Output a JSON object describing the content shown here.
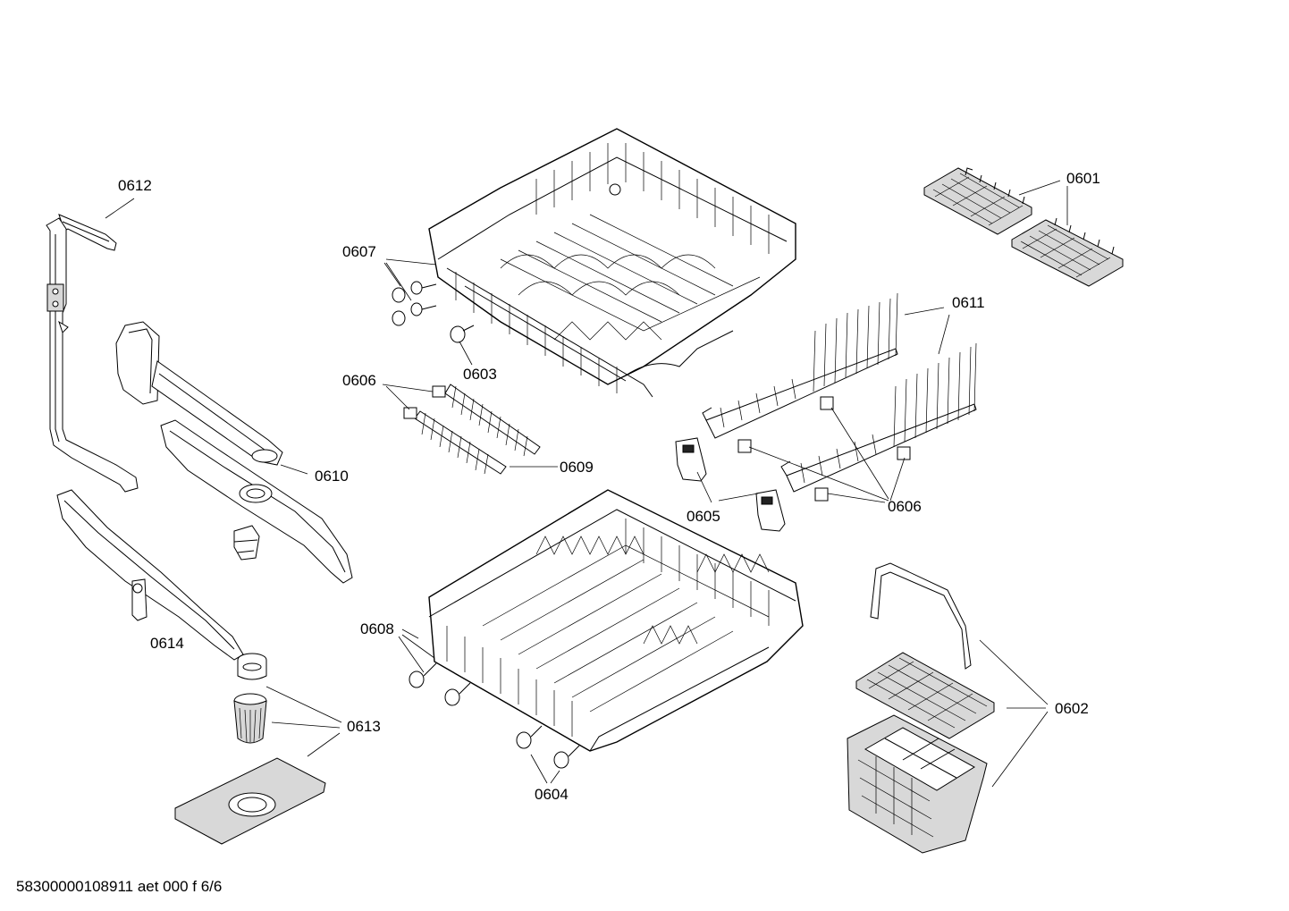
{
  "labels": {
    "p0601": "0601",
    "p0602": "0602",
    "p0603": "0603",
    "p0604": "0604",
    "p0605": "0605",
    "p0606_left": "0606",
    "p0606_right": "0606",
    "p0607": "0607",
    "p0608": "0608",
    "p0609": "0609",
    "p0610": "0610",
    "p0611": "0611",
    "p0612": "0612",
    "p0613": "0613",
    "p0614": "0614"
  },
  "footer": "58300000108911 aet 000 f 6/6"
}
